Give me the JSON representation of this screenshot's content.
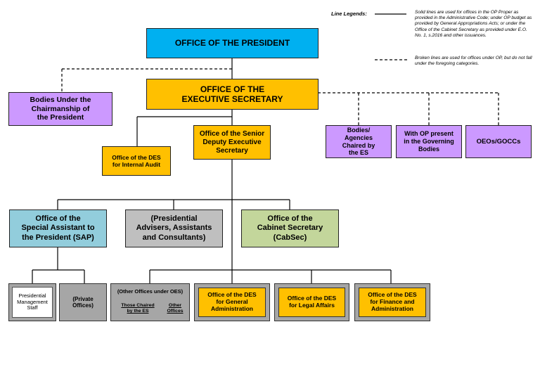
{
  "legend": {
    "title": "Line Legends:",
    "solid_text": "Solid lines are used for offices in the OP Proper as provided in the Administrative Code; under OP budget as provided by General Appropriations Acts; or under the Office of the Cabinet Secretary as provided under E.O. No. 1, s.2016 and other issuances.",
    "broken_text": "Broken lines are used for offices under OP, but do not fall under the foregoing categories."
  },
  "nodes": {
    "president": "OFFICE OF THE PRESIDENT",
    "exec_secretary_l1": "OFFICE OF THE",
    "exec_secretary_l2": "EXECUTIVE SECRETARY",
    "bodies_chair_l1": "Bodies Under the",
    "bodies_chair_l2": "Chairmanship of",
    "bodies_chair_l3": "the President",
    "sdes_l1": "Office of the Senior",
    "sdes_l2": "Deputy Executive",
    "sdes_l3": "Secretary",
    "internal_audit_l1": "Office of the DES",
    "internal_audit_l2": "for Internal Audit",
    "bodies_es_l1": "Bodies/",
    "bodies_es_l2": "Agencies",
    "bodies_es_l3": "Chaired by",
    "bodies_es_l4": "the ES",
    "governing_l1": "With OP present",
    "governing_l2": "in the Governing",
    "governing_l3": "Bodies",
    "oeos": "OEOs/GOCCs",
    "sap_l1": "Office of the",
    "sap_l2": "Special Assistant to",
    "sap_l3": "the President (SAP)",
    "advisers_l1": "(Presidential",
    "advisers_l2": "Advisers, Assistants",
    "advisers_l3": "and Consultants)",
    "cabsec_l1": "Office of the",
    "cabsec_l2": "Cabinet Secretary",
    "cabsec_l3": "(CabSec)",
    "pms_l1": "Presidential",
    "pms_l2": "Management",
    "pms_l3": "Staff",
    "private_l1": "(Private",
    "private_l2": "Offices)",
    "other_oes_title": "(Other Offices under OES)",
    "chaired_l1": "Those Chaired",
    "chaired_l2": "by the ES",
    "other_l1": "Other",
    "other_l2": "Offices",
    "gen_admin_l1": "Office of the DES",
    "gen_admin_l2": "for General",
    "gen_admin_l3": "Administration",
    "legal_l1": "Office of the DES",
    "legal_l2": "for Legal Affairs",
    "finance_l1": "Office of the DES",
    "finance_l2": "for Finance and",
    "finance_l3": "Administration"
  }
}
